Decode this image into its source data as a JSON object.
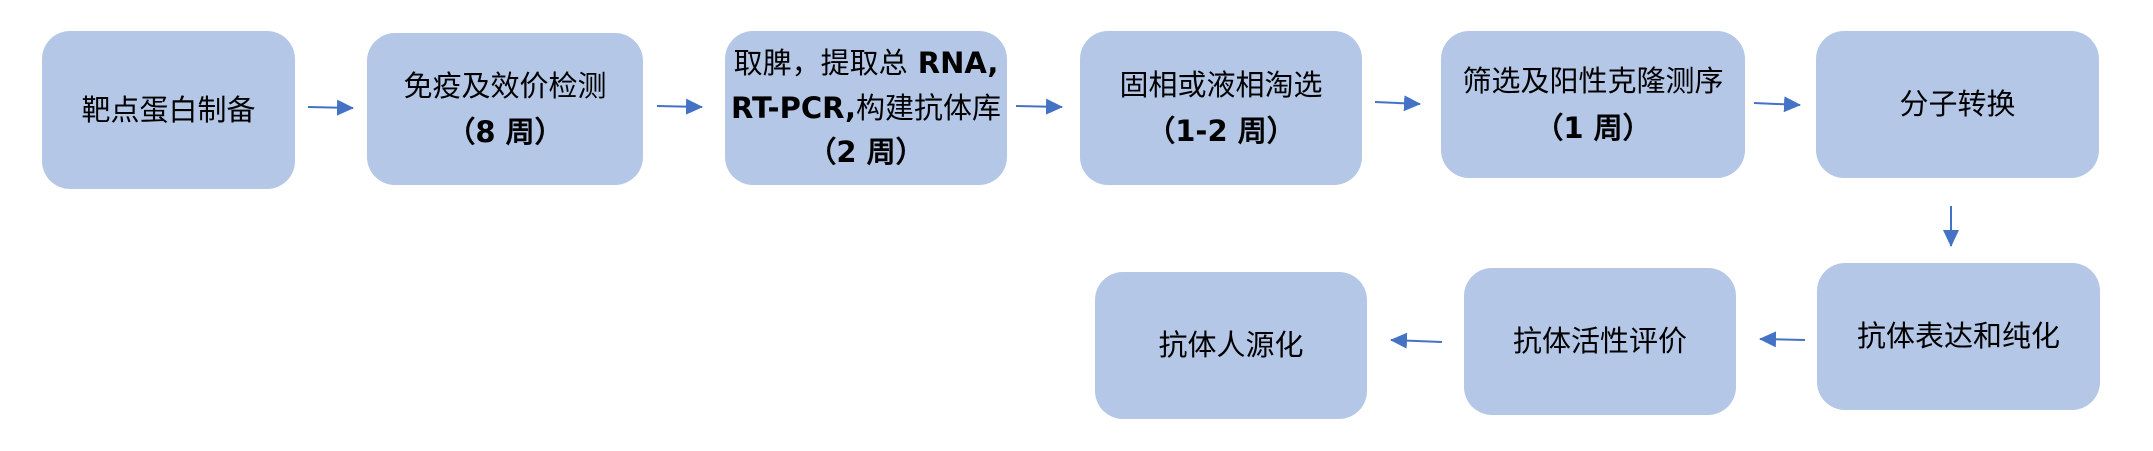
{
  "colors": {
    "box_fill": "#B4C7E7",
    "arrow": "#4472C4",
    "text": "#000000"
  },
  "steps": [
    {
      "id": "target-protein",
      "lines": [
        "靶点蛋白制备"
      ]
    },
    {
      "id": "immunization",
      "lines": [
        "免疫及效价检测"
      ],
      "duration": "（8 周）"
    },
    {
      "id": "library",
      "line1_cn": "取脾，提取总",
      "line1_latin": " RNA,",
      "line2_latin": "RT-PCR,",
      "line2_cn": "构建抗体库",
      "duration": "（2 周）"
    },
    {
      "id": "panning",
      "lines": [
        "固相或液相淘选"
      ],
      "duration": "（1-2 周）"
    },
    {
      "id": "screening",
      "lines": [
        "筛选及阳性克隆测序"
      ],
      "duration": "（1 周）"
    },
    {
      "id": "molecular-conversion",
      "lines": [
        "分子转换"
      ]
    },
    {
      "id": "expression",
      "lines": [
        "抗体表达和纯化"
      ]
    },
    {
      "id": "activity",
      "lines": [
        "抗体活性评价"
      ]
    },
    {
      "id": "humanization",
      "lines": [
        "抗体人源化"
      ]
    }
  ],
  "flow": [
    [
      "target-protein",
      "immunization"
    ],
    [
      "immunization",
      "library"
    ],
    [
      "library",
      "panning"
    ],
    [
      "panning",
      "screening"
    ],
    [
      "screening",
      "molecular-conversion"
    ],
    [
      "molecular-conversion",
      "expression"
    ],
    [
      "expression",
      "activity"
    ],
    [
      "activity",
      "humanization"
    ]
  ]
}
